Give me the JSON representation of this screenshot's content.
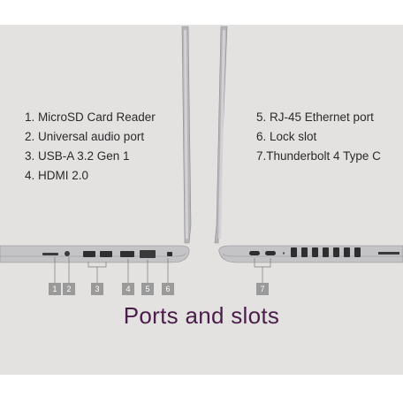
{
  "ports_left": [
    {
      "number": "1",
      "label": "1. MicroSD Card Reader"
    },
    {
      "number": "2",
      "label": "2. Universal audio port"
    },
    {
      "number": "3",
      "label": "3. USB-A 3.2 Gen 1"
    },
    {
      "number": "4",
      "label": "4. HDMI 2.0"
    }
  ],
  "ports_right": [
    {
      "label": "5. RJ-45 Ethernet port"
    },
    {
      "label": "6. Lock slot"
    },
    {
      "label": "7.Thunderbolt 4 Type C"
    }
  ],
  "callouts": {
    "left": [
      "1",
      "2",
      "3",
      "4",
      "5",
      "6"
    ],
    "right": [
      "7"
    ]
  },
  "title": "Ports and slots",
  "colors": {
    "background": "#e4e2e1",
    "laptop_body": "#b9b9bb",
    "callout": "#9a9a9a",
    "title": "#4a1e4a"
  }
}
